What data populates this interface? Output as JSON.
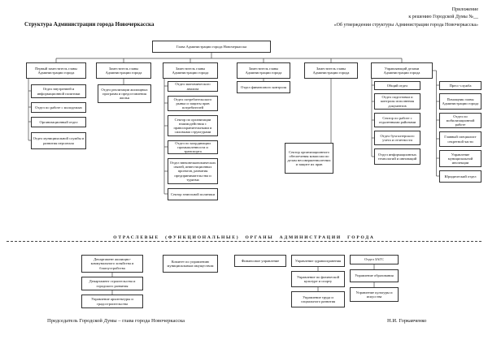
{
  "page_title": "Структура Администрации города Новочеркасска",
  "annotation": {
    "line1": "Приложение",
    "line2": "к решению Городской Думы №__",
    "line3": "«Об  утверждении структуры Администрации города  Новочеркасска»"
  },
  "divider_label": "ОТРАСЛЕВЫЕ (ФУНКЦИОНАЛЬНЫЕ) ОРГАНЫ АДМИНИСТРАЦИИ ГОРОДА",
  "footer": {
    "left": "Председатель Городской Думы – глава города Новочеркасска",
    "right": "Н.И. Горкавченко"
  },
  "org": {
    "boxes": [
      {
        "id": "head",
        "parent": null,
        "label": "Глава Администрации города Новочеркасска"
      },
      {
        "id": "dep1",
        "parent": "head",
        "label": "Первый заместитель главы Администрации города"
      },
      {
        "id": "dep2",
        "parent": "head",
        "label": "Заместитель главы Администрации города"
      },
      {
        "id": "dep3",
        "parent": "head",
        "label": "Заместитель главы Администрации города"
      },
      {
        "id": "dep4",
        "parent": "head",
        "label": "Заместитель главы Администрации города"
      },
      {
        "id": "dep5",
        "parent": "head",
        "label": "Заместитель главы Администрации города"
      },
      {
        "id": "upr",
        "parent": "head",
        "label": "Управляющий делами Администрации города"
      },
      {
        "id": "c1a",
        "parent": "dep1",
        "label": "Отдел внутренней и информационной политики"
      },
      {
        "id": "c1b",
        "parent": "dep1",
        "label": "Отдел по работе с молодежью"
      },
      {
        "id": "c1c",
        "parent": "dep1",
        "label": "Организационный отдел"
      },
      {
        "id": "c1d",
        "parent": "dep1",
        "label": "Отдел муниципальной службы и развития персонала"
      },
      {
        "id": "c2a",
        "parent": "dep2",
        "label": "Отдел реализации жилищных программ и предоставления жилья"
      },
      {
        "id": "c3a",
        "parent": "dep3",
        "label": "Отдел экономического анализа"
      },
      {
        "id": "c3b",
        "parent": "dep3",
        "label": "Отдел потребительского рынка и защиты прав потребителей"
      },
      {
        "id": "c3c",
        "parent": "dep3",
        "label": "Сектор по организации взаимодействия с правоохранительными и силовыми структурами"
      },
      {
        "id": "c3d",
        "parent": "dep3",
        "label": "Отдел по координации промышленности и транспорта"
      },
      {
        "id": "c3e",
        "parent": "dep3",
        "label": "Отдел внешнеэкономических связей, инвестиционных проектов, развития предпринимательства и туризма"
      },
      {
        "id": "c3f",
        "parent": "dep3",
        "label": "Сектор земельной политики"
      },
      {
        "id": "c4a",
        "parent": "dep4",
        "label": "Отдел финансового контроля"
      },
      {
        "id": "c5a",
        "parent": "dep5",
        "label": "Сектор организационного обеспечения комиссии по делам несовершеннолетних и защите их прав"
      },
      {
        "id": "c6a",
        "parent": "upr",
        "label": "Общий отдел"
      },
      {
        "id": "c6b",
        "parent": "upr",
        "label": "Отдел подготовки и контроля исполнения документов"
      },
      {
        "id": "c6c",
        "parent": "upr",
        "label": "Сектор по работе с отдаленными районами"
      },
      {
        "id": "c6d",
        "parent": "upr",
        "label": "Отдел бухгалтерского учета и отчетности"
      },
      {
        "id": "c6e",
        "parent": "upr",
        "label": "Отдел информационных технологий и инноваций"
      },
      {
        "id": "c6f",
        "parent": "upr",
        "label": "Пресс-служба"
      },
      {
        "id": "c6g",
        "parent": "upr",
        "label": "Помощник главы Администрации города"
      },
      {
        "id": "c6h",
        "parent": "upr",
        "label": "Отдел по мобилизационной работе"
      },
      {
        "id": "c6i",
        "parent": "upr",
        "label": "Главный специалист секретной части"
      },
      {
        "id": "c6j",
        "parent": "upr",
        "label": "Управление муниципальной инспекции"
      },
      {
        "id": "c6k",
        "parent": "upr",
        "label": "Юридический отдел"
      },
      {
        "id": "b1",
        "parent": null,
        "label": "Департамент жилищно-коммунального хозяйства и благоустройства"
      },
      {
        "id": "b2",
        "parent": null,
        "label": "Департамент строительства и городского развития"
      },
      {
        "id": "b3",
        "parent": null,
        "label": "Управление архитектуры и градостроительства"
      },
      {
        "id": "b4",
        "parent": null,
        "label": "Комитет по управлению муниципальным имуществом"
      },
      {
        "id": "b5",
        "parent": null,
        "label": "Финансовое управление"
      },
      {
        "id": "b6",
        "parent": null,
        "label": "Управление здравоохранения"
      },
      {
        "id": "b7",
        "parent": null,
        "label": "Управление по физической культуре и спорту"
      },
      {
        "id": "b8",
        "parent": null,
        "label": "Управление труда и социального развития"
      },
      {
        "id": "b9",
        "parent": null,
        "label": "Отдел ЗАГС"
      },
      {
        "id": "b10",
        "parent": null,
        "label": "Управление образования"
      },
      {
        "id": "b11",
        "parent": null,
        "label": "Управление культуры и искусства"
      }
    ]
  }
}
